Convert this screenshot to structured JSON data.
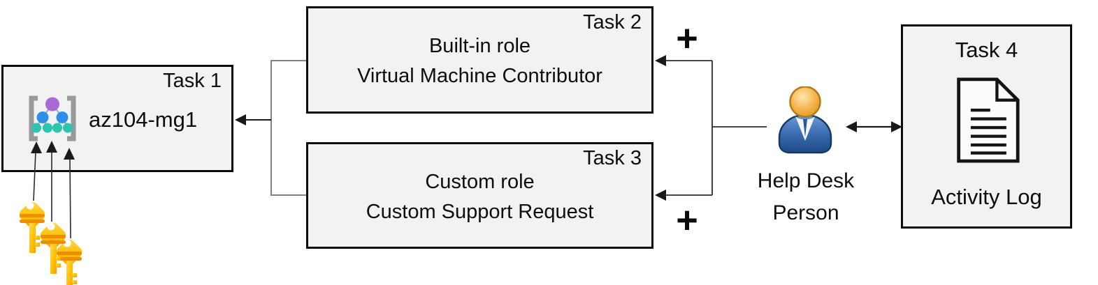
{
  "diagram": {
    "task1": {
      "corner_label": "Task 1",
      "name": "az104-mg1",
      "icon": "management-group-icon"
    },
    "task2": {
      "corner_label": "Task 2",
      "line1": "Built-in role",
      "line2": "Virtual Machine Contributor"
    },
    "task3": {
      "corner_label": "Task 3",
      "line1": "Custom role",
      "line2": "Custom Support Request"
    },
    "task4": {
      "title": "Task 4",
      "caption": "Activity Log",
      "icon": "document-icon"
    },
    "actor": {
      "label_line1": "Help Desk",
      "label_line2": "Person",
      "icon": "person-icon"
    },
    "plus_top": "+",
    "plus_bottom": "+",
    "keys": {
      "icon": "key-icon",
      "count": 3
    },
    "connections": [
      {
        "from": "task2-and-task3",
        "to": "task1",
        "type": "arrow"
      },
      {
        "from": "help-desk-person",
        "to": "task2",
        "type": "arrow",
        "annotation": "+"
      },
      {
        "from": "help-desk-person",
        "to": "task3",
        "type": "arrow",
        "annotation": "+"
      },
      {
        "from": "help-desk-person",
        "to": "task4",
        "type": "double-arrow"
      },
      {
        "from": "keys",
        "to": "az104-mg1",
        "type": "arrow",
        "count": 3
      }
    ],
    "colors": {
      "box_fill": "#f2f2f2",
      "box_border": "#0a0a0a",
      "bracket_connector": "#808080",
      "arrow": "#1a1a1a",
      "mg_bracket": "#97999b",
      "mg_root_node": "#a76ad7",
      "mg_mid_node": "#2e8fe9",
      "mg_leaf_node": "#2ec4ad",
      "person_head": "#f3b249",
      "person_body": "#3a6cb0",
      "key_fill": "#ffc000",
      "key_stripe": "#ed8e00"
    }
  }
}
